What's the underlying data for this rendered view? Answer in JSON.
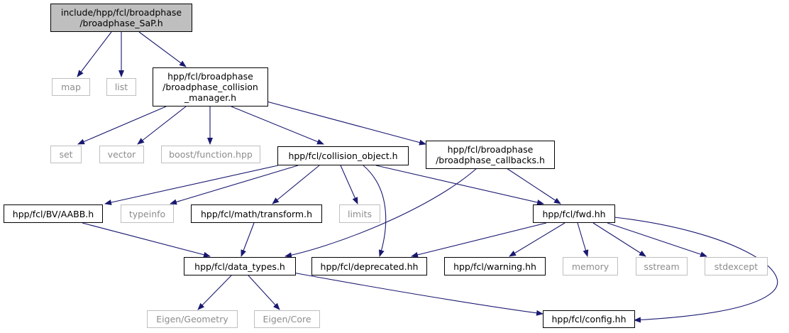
{
  "diagram": {
    "colors": {
      "edge": "#191970",
      "system_border": "#bfbfbf",
      "system_text": "#8c8c8c",
      "root_fill": "#bfbfbf"
    },
    "nodes": {
      "root": "include/hpp/fcl/broadphase\n/broadphase_SaP.h",
      "map": "map",
      "list": "list",
      "bcm": "hpp/fcl/broadphase\n/broadphase_collision\n_manager.h",
      "set": "set",
      "vector": "vector",
      "boost_function": "boost/function.hpp",
      "collision_object": "hpp/fcl/collision_object.h",
      "callbacks": "hpp/fcl/broadphase\n/broadphase_callbacks.h",
      "aabb": "hpp/fcl/BV/AABB.h",
      "typeinfo": "typeinfo",
      "transform": "hpp/fcl/math/transform.h",
      "limits": "limits",
      "fwd": "hpp/fcl/fwd.hh",
      "data_types": "hpp/fcl/data_types.h",
      "deprecated": "hpp/fcl/deprecated.hh",
      "warning": "hpp/fcl/warning.hh",
      "memory": "memory",
      "sstream": "sstream",
      "stdexcept": "stdexcept",
      "eigen_geometry": "Eigen/Geometry",
      "eigen_core": "Eigen/Core",
      "config": "hpp/fcl/config.hh"
    }
  }
}
